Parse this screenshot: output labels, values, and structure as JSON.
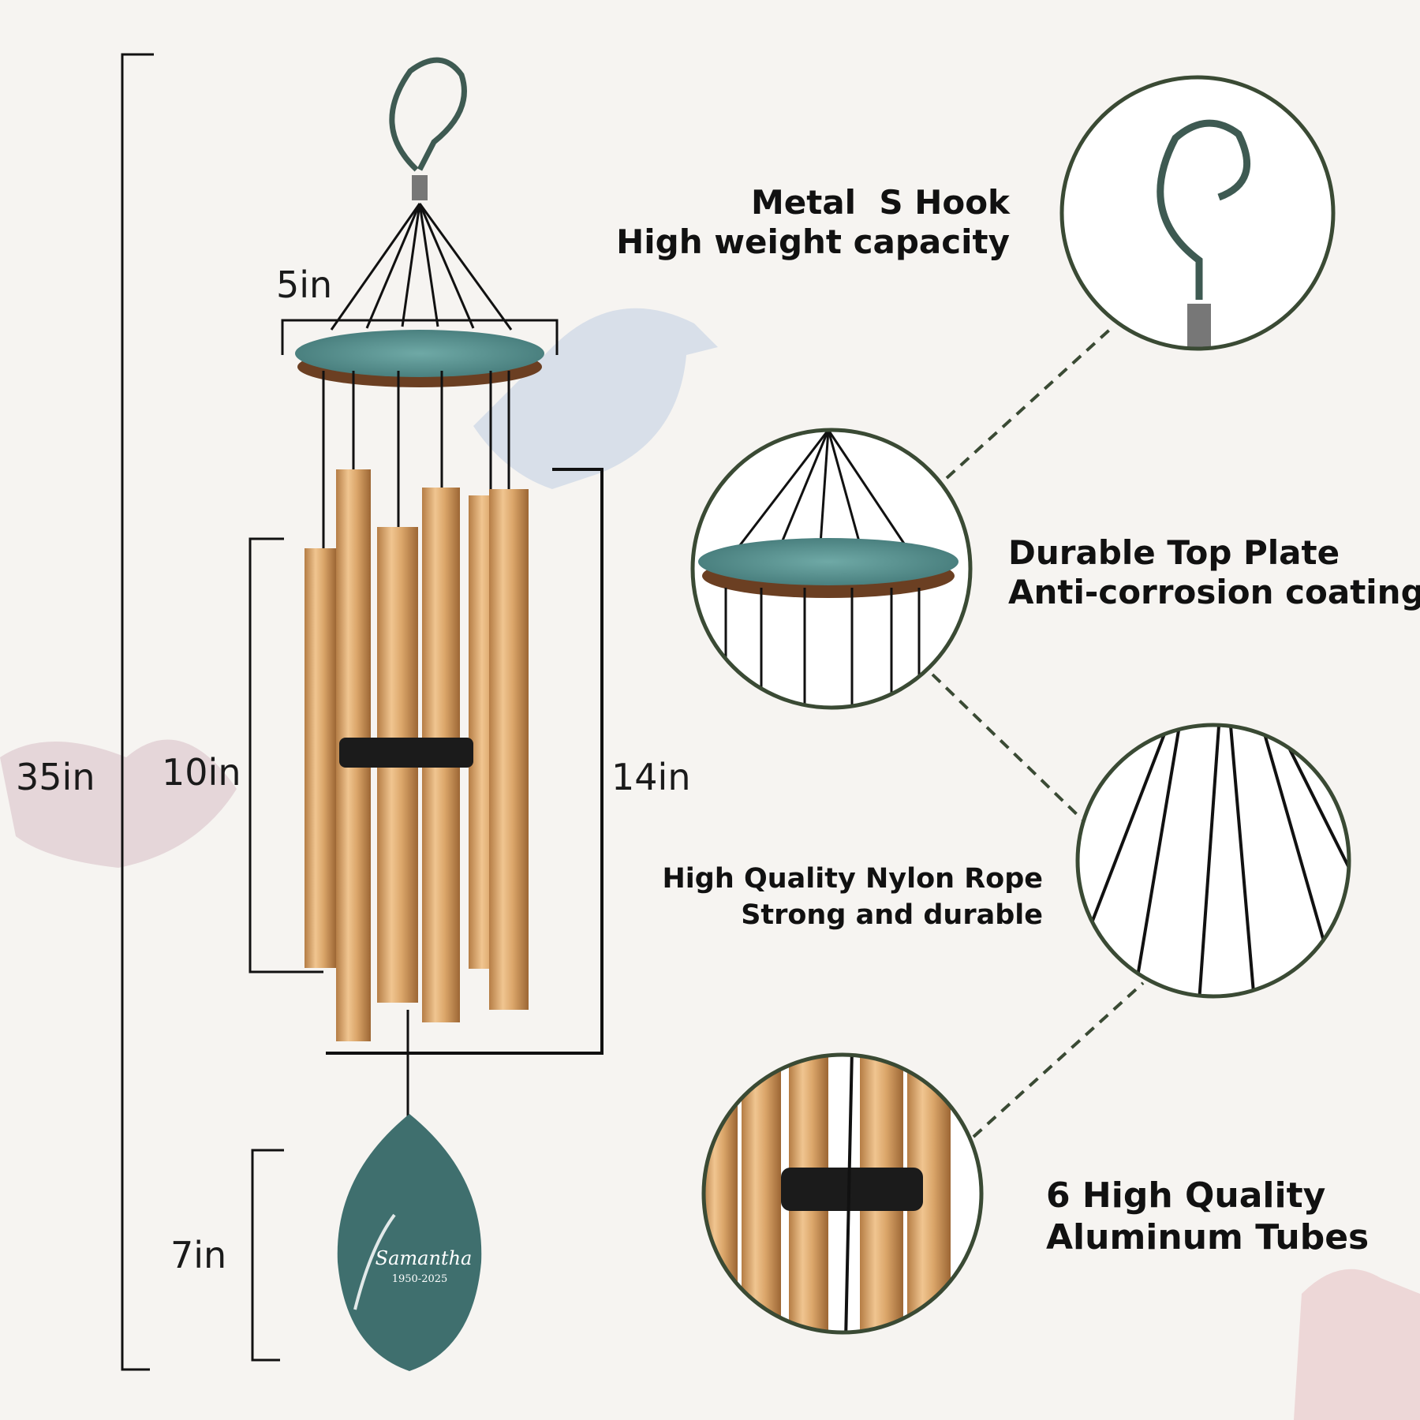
{
  "dimensions": {
    "total_height": "35in",
    "tube_span": "10in",
    "sail_height": "7in",
    "top_plate_width": "5in",
    "tube_length": "14in"
  },
  "sail": {
    "name": "Samantha",
    "years": "1950-2025"
  },
  "features": [
    {
      "title": "Metal  S Hook",
      "subtitle": "High weight capacity"
    },
    {
      "title": "Durable Top Plate",
      "subtitle": "Anti-corrosion coating"
    },
    {
      "title": "High Quality Nylon Rope",
      "subtitle": "Strong and durable"
    },
    {
      "title": "6 High Quality",
      "subtitle": "Aluminum Tubes"
    }
  ],
  "colors": {
    "plate": "#5f9a9a",
    "tube": "#d9a66a",
    "ring": "#3a4a34",
    "bracket": "#111111"
  }
}
